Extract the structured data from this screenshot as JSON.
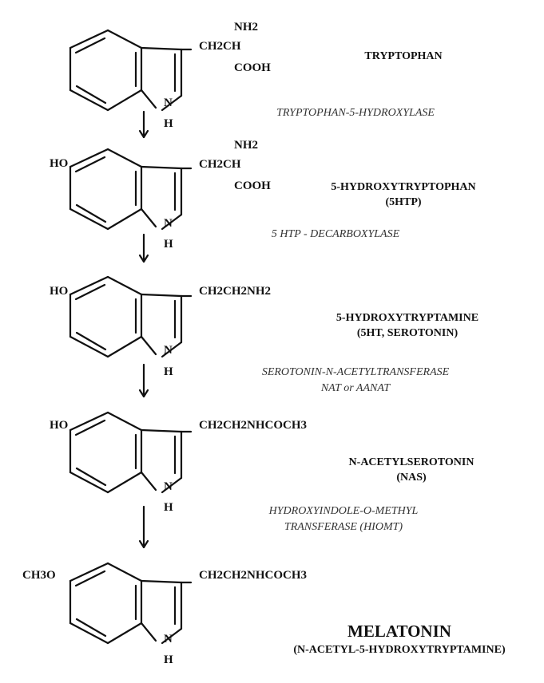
{
  "steps": [
    {
      "substituent_5": "",
      "side_chain_lines": [
        "NH2",
        "CH2CH",
        "COOH"
      ],
      "ring_n": "N",
      "ring_h": "H",
      "name_lines": [
        "TRYPTOPHAN"
      ]
    },
    {
      "substituent_5": "HO",
      "side_chain_lines": [
        "NH2",
        "CH2CH",
        "COOH"
      ],
      "ring_n": "N",
      "ring_h": "H",
      "name_lines": [
        "5-HYDROXYTRYPTOPHAN",
        "(5HTP)"
      ]
    },
    {
      "substituent_5": "HO",
      "side_chain_lines": [
        "CH2CH2NH2"
      ],
      "ring_n": "N",
      "ring_h": "H",
      "name_lines": [
        "5-HYDROXYTRYPTAMINE",
        "(5HT, SEROTONIN)"
      ]
    },
    {
      "substituent_5": "HO",
      "side_chain_lines": [
        "CH2CH2NHCOCH3"
      ],
      "ring_n": "N",
      "ring_h": "H",
      "name_lines": [
        "N-ACETYLSEROTONIN",
        "(NAS)"
      ]
    },
    {
      "substituent_5": "CH3O",
      "side_chain_lines": [
        "CH2CH2NHCOCH3"
      ],
      "ring_n": "N",
      "ring_h": "H",
      "name_lines": [
        "MELATONIN",
        "(N-ACETYL-5-HYDROXYTRYPTAMINE)"
      ]
    }
  ],
  "enzymes": [
    {
      "lines": [
        "TRYPTOPHAN-5-HYDROXYLASE"
      ]
    },
    {
      "lines": [
        "5 HTP - DECARBOXYLASE"
      ]
    },
    {
      "lines": [
        "SEROTONIN-N-ACETYLTRANSFERASE",
        "NAT or AANAT"
      ]
    },
    {
      "lines": [
        "HYDROXYINDOLE-O-METHYL",
        "TRANSFERASE (HIOMT)"
      ]
    }
  ]
}
